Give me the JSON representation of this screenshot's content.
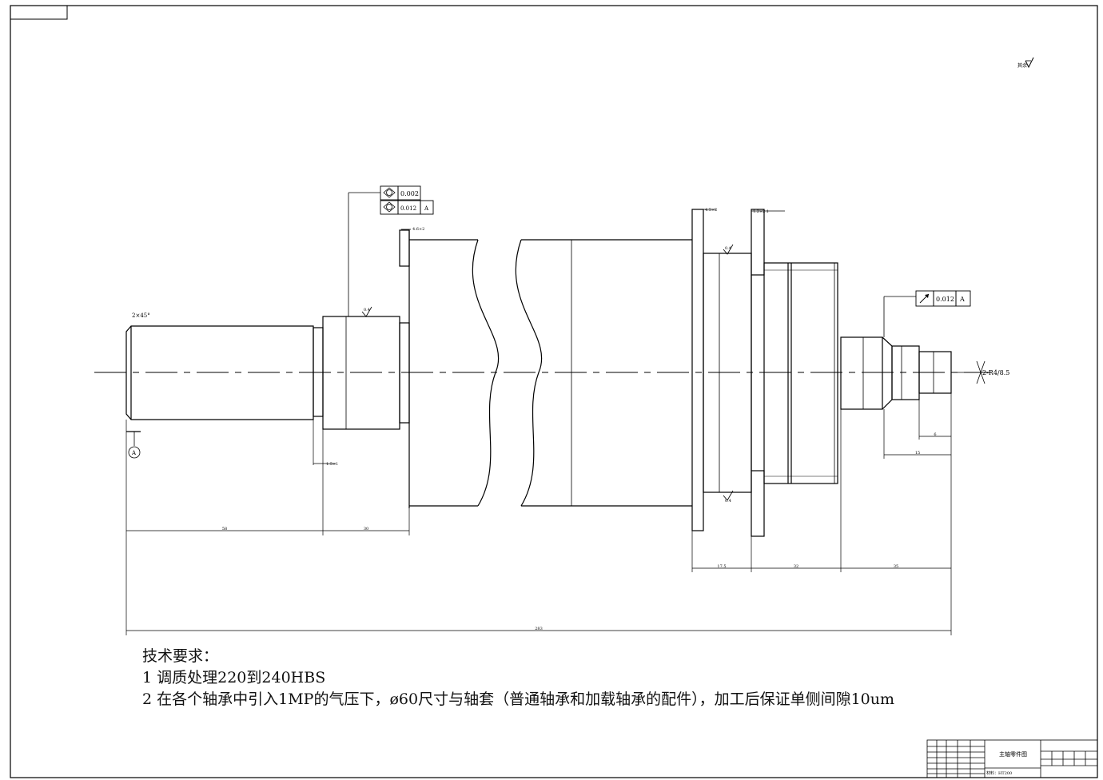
{
  "drawing": {
    "corner_mark": "其余",
    "chamfer_note": "2×45°",
    "datum_label": "A",
    "center_hole_note": "2-R4/8.5",
    "fcf_top": {
      "tolerance": "0.002"
    },
    "fcf_mid": {
      "tolerance": "0.012",
      "datum": "A"
    },
    "fcf_right": {
      "tolerance": "0.012",
      "datum": "A"
    },
    "small_notes": {
      "groove_left": "4.6×2",
      "groove_mid": "1.5×1",
      "groove_right_a": "4.5×2",
      "groove_right_b": "1.2×2.1",
      "roughness_a": "0.4",
      "roughness_b": "0.4",
      "roughness_c": "0.4"
    },
    "dims": {
      "d58": "58",
      "d30": "30",
      "d17": "17.5",
      "d32": "32",
      "d35": "35",
      "d6": "6",
      "d15": "15",
      "total": "283"
    }
  },
  "tech_requirements": {
    "title": "技术要求：",
    "items": [
      "1 调质处理220到240HBS",
      "2 在各个轴承中引入1MP的气压下，ø60尺寸与轴套（普通轴承和加载轴承的配件），加工后保证单侧间隙10um"
    ]
  },
  "title_block": {
    "part_name": "主轴零件图",
    "material": "材料：HT200"
  }
}
